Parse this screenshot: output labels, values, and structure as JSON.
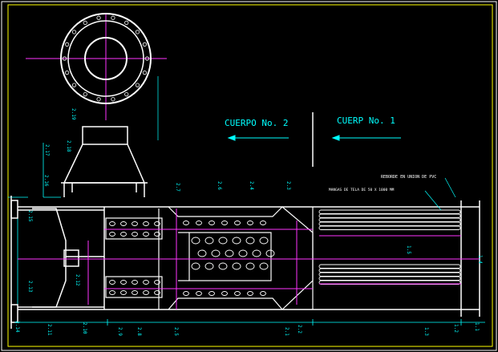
{
  "title_right": "CUERP No. 1",
  "title_left": "CUERPO No. 2",
  "note_pvc": "REBORDE EN UNION DE PVC",
  "note_mangas": "MANGAS DE TELA DE 50 X 1000 MM",
  "colors": {
    "background": "#000000",
    "outline": "#ffffff",
    "dimension": "#00ffff",
    "centerline": "#ff33ff",
    "accent": "#ffff00"
  },
  "callouts": {
    "c2_19": "2.19",
    "c2_18": "2.18",
    "c2_17": "2.17",
    "c2_16": "2.16",
    "c2_15": "2.15",
    "c2_13": "2.13",
    "c2_12": "2.12",
    "c2_14": "2.14",
    "c2_11": "2.11",
    "c2_10": "2.10",
    "c2_9": "2.9",
    "c2_8": "2.8",
    "c2_7": "2.7",
    "c2_6": "2.6",
    "c2_5": "2.5",
    "c2_4": "2.4",
    "c2_3": "2.3",
    "c2_2": "2.2",
    "c2_1": "2.1",
    "c1_5": "1.5",
    "c1_4": "1.4",
    "c1_3": "1.3",
    "c1_2": "1.2",
    "c1_1": "1.1"
  }
}
